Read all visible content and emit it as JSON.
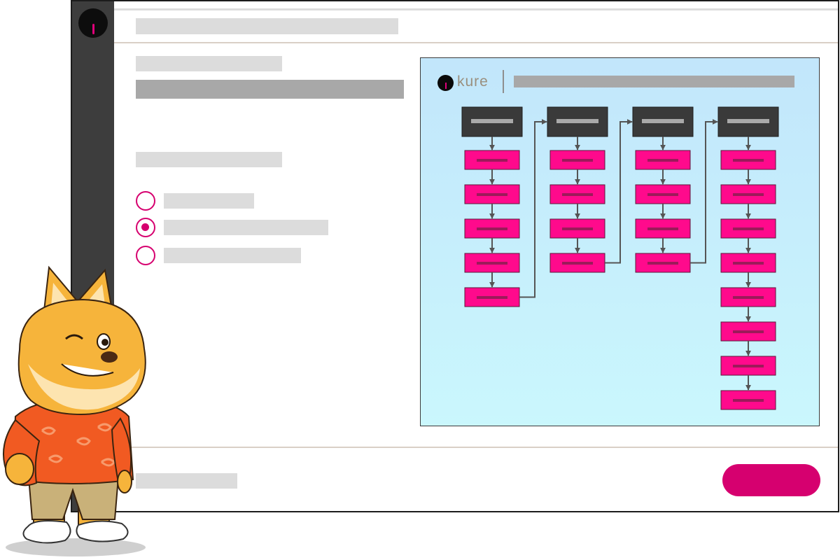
{
  "app": {
    "logo_icon": "gauge-needle-icon"
  },
  "choices": [
    {
      "state": "unselected"
    },
    {
      "state": "selected"
    },
    {
      "state": "unselected"
    }
  ],
  "diagram": {
    "brand_name": "kure",
    "columns": [
      {
        "header": true,
        "steps": 5,
        "connects_to_next": true
      },
      {
        "header": true,
        "steps": 4,
        "connects_to_next": true
      },
      {
        "header": true,
        "steps": 4,
        "connects_to_next": true
      },
      {
        "header": true,
        "steps": 8,
        "connects_to_next": false
      }
    ]
  },
  "colors": {
    "accent": "#d6006f",
    "step_fill": "#ff0a8c",
    "step_bar": "#9c1a5a",
    "header_fill": "#3a3a3a",
    "header_bar": "#a9a9a9",
    "arrow": "#555555",
    "panel_bg": "#c6ecfc"
  },
  "mascot": {
    "icon": "fox-mascot-icon"
  }
}
